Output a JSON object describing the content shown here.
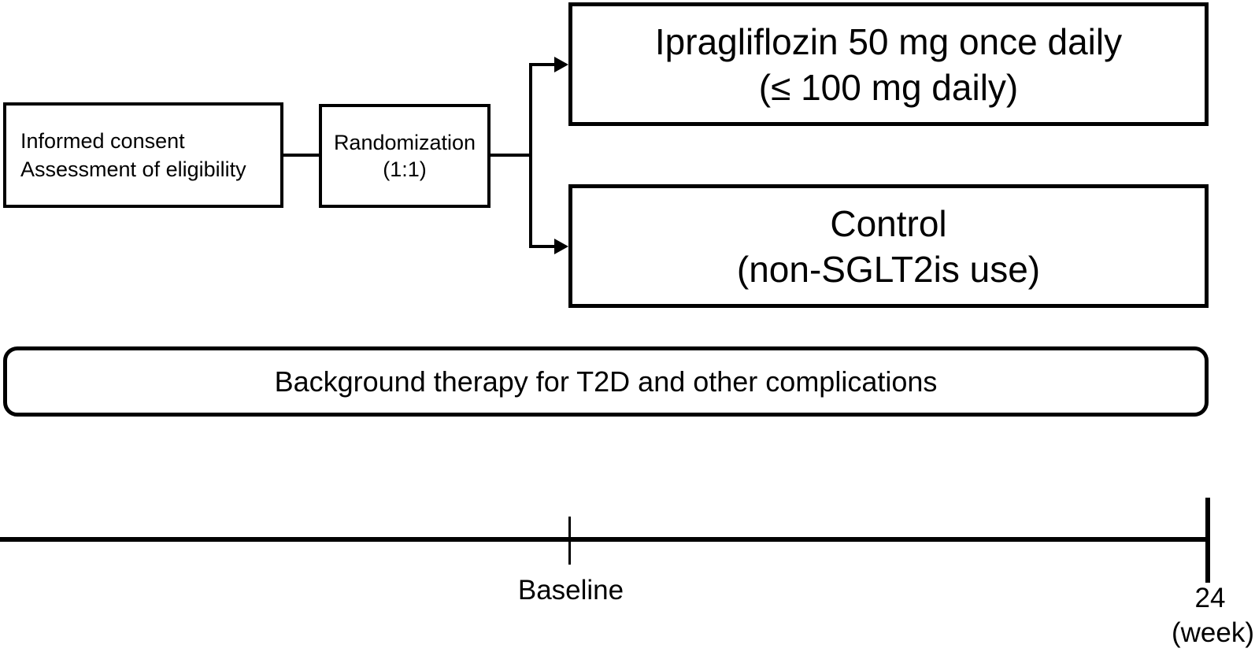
{
  "flow": {
    "eligibility_box": {
      "line1": "Informed consent",
      "line2": "Assessment of eligibility"
    },
    "randomization_box": {
      "line1": "Randomization",
      "line2": "(1:1)"
    },
    "intervention_box": {
      "line1": "Ipragliflozin 50 mg once daily",
      "line2": "(≤ 100 mg daily)"
    },
    "control_box": {
      "line1": "Control",
      "line2": "(non-SGLT2is use)"
    },
    "background_box": {
      "label": "Background therapy for T2D and other complications"
    }
  },
  "timeline": {
    "baseline_label": "Baseline",
    "end_value": "24",
    "unit": "(week)"
  },
  "colors": {
    "ink": "#000000",
    "background": "#ffffff"
  }
}
